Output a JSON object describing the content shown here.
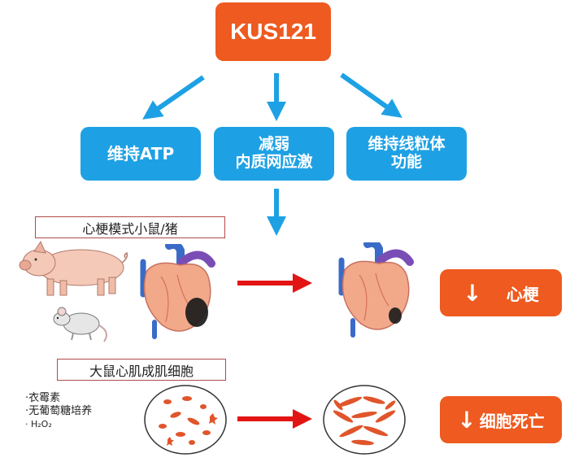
{
  "top": {
    "label": "KUS121"
  },
  "effects": [
    {
      "line1": "维持ATP",
      "line2": ""
    },
    {
      "line1": "减弱",
      "line2": "内质网应激"
    },
    {
      "line1": "维持线粒体",
      "line2": "功能"
    }
  ],
  "models": {
    "animal_label": "心梗模式小鼠/猪",
    "cell_label": "大鼠心肌成肌细胞"
  },
  "stressors": [
    "·衣霉素",
    "·无葡萄糖培养",
    "· H₂O₂"
  ],
  "outcomes": {
    "infarction": {
      "arrow": "↓",
      "label": "心梗"
    },
    "cell_death": {
      "arrow": "↓",
      "label": "细胞死亡"
    }
  },
  "colors": {
    "orange": "#ee5a1f",
    "blue": "#1ea1e4",
    "red": "#e31414"
  }
}
